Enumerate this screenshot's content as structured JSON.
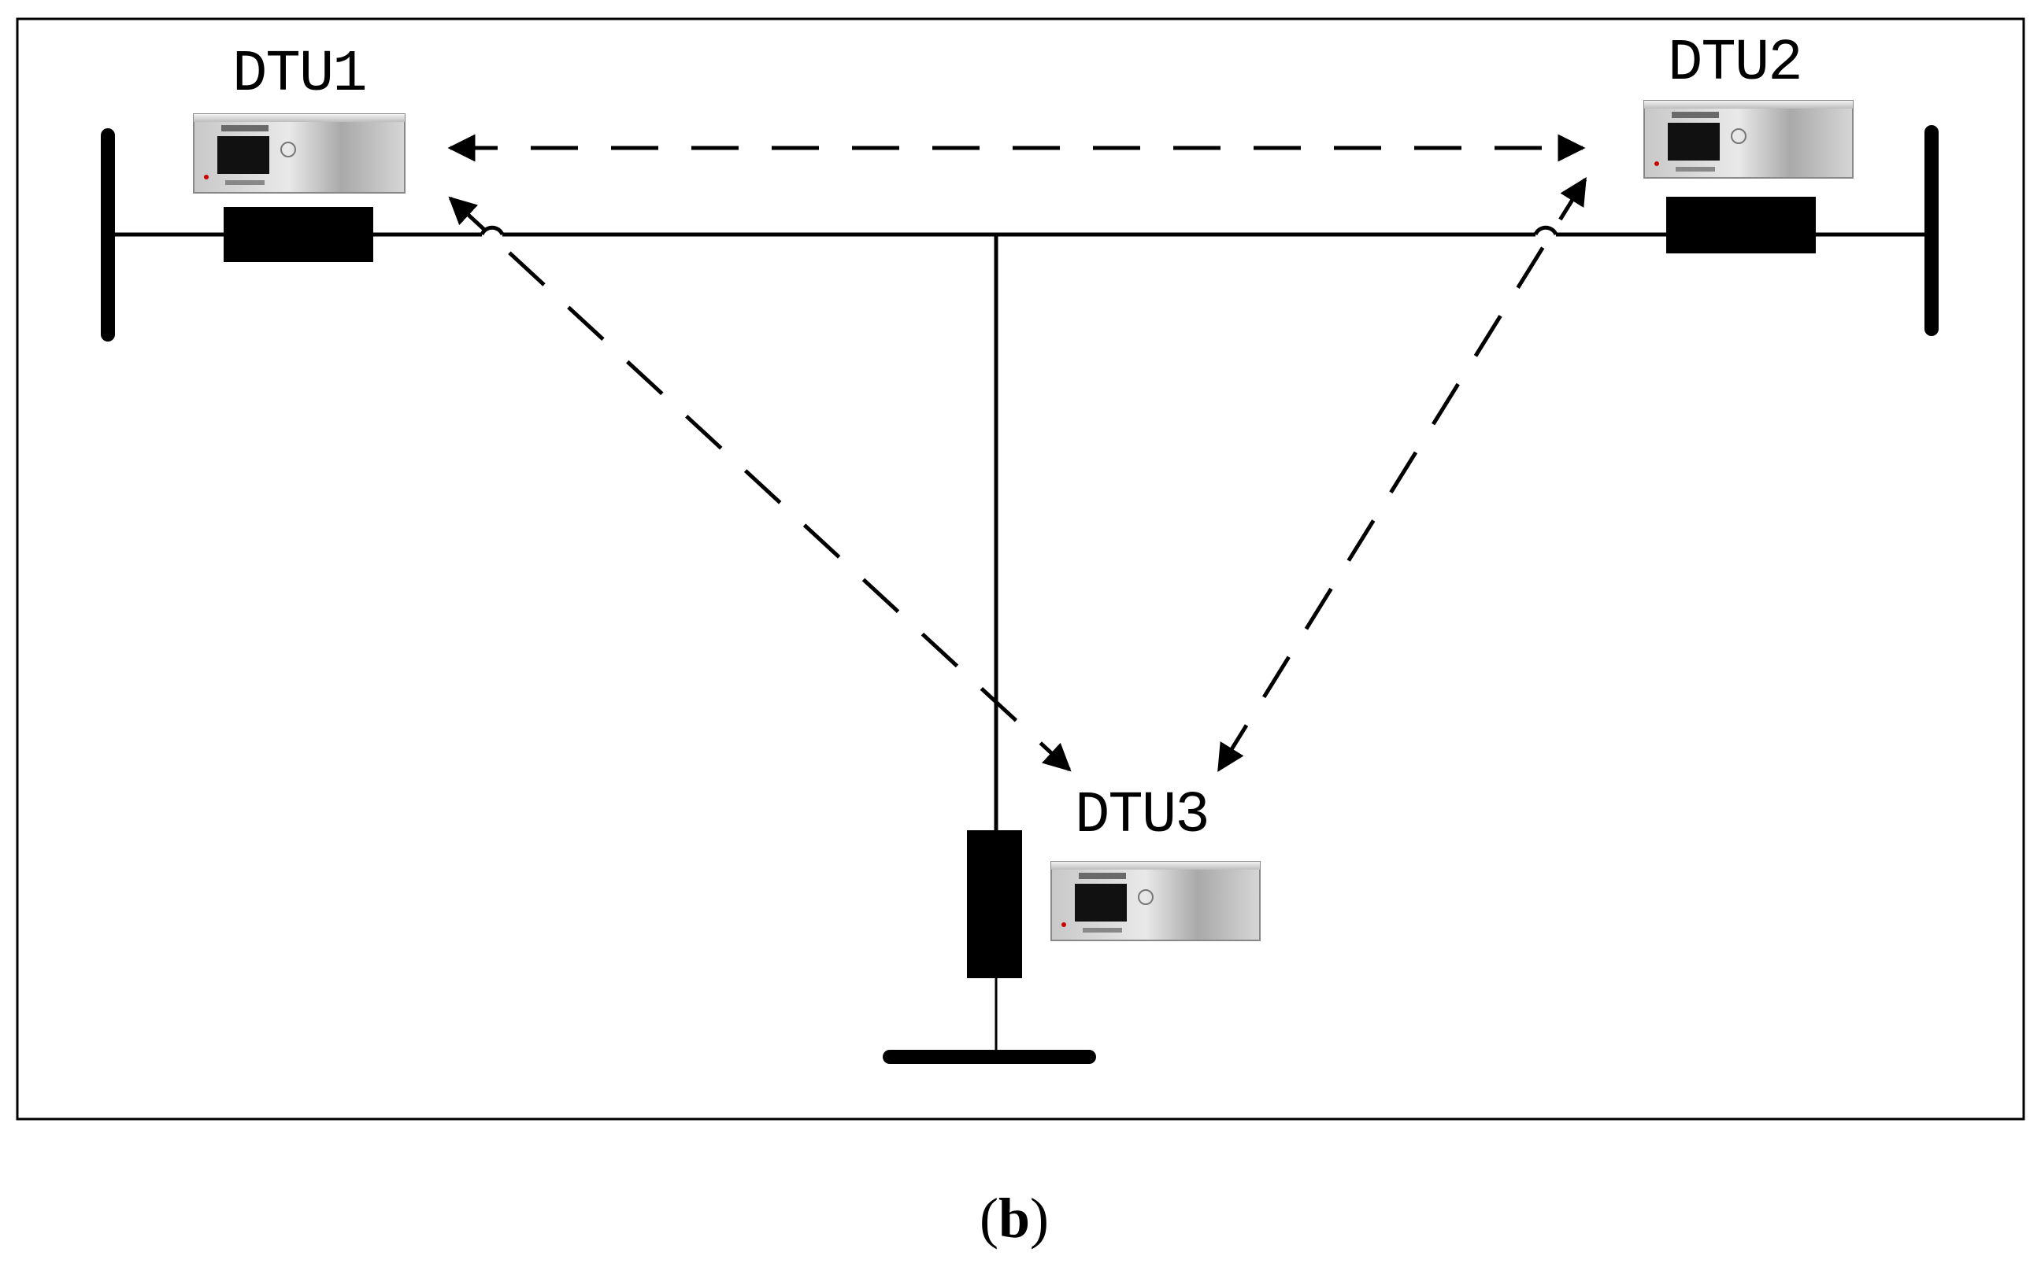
{
  "nodes": [
    {
      "id": "dtu1",
      "label": "DTU1"
    },
    {
      "id": "dtu2",
      "label": "DTU2"
    },
    {
      "id": "dtu3",
      "label": "DTU3"
    }
  ],
  "caption": {
    "open": "(",
    "letter": "b",
    "close": ")"
  },
  "colors": {
    "line": "#000000",
    "panel": "#b8b8b8",
    "screen": "#111111",
    "background": "#ffffff"
  },
  "links": [
    {
      "from": "dtu1",
      "to": "dtu2",
      "style": "dashed",
      "arrows": "both"
    },
    {
      "from": "dtu1",
      "to": "dtu3",
      "style": "dashed",
      "arrows": "both"
    },
    {
      "from": "dtu2",
      "to": "dtu3",
      "style": "dashed",
      "arrows": "both"
    }
  ]
}
